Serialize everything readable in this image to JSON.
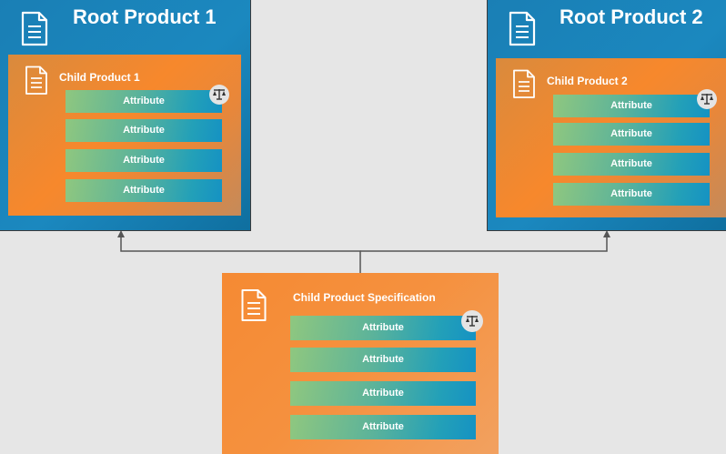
{
  "root1": {
    "title": "Root Product 1",
    "child": {
      "title": "Child Product 1",
      "attributes": [
        "Attribute",
        "Attribute",
        "Attribute",
        "Attribute"
      ]
    }
  },
  "root2": {
    "title": "Root Product 2",
    "child": {
      "title": "Child Product 2",
      "attributes": [
        "Attribute",
        "Attribute",
        "Attribute",
        "Attribute"
      ]
    }
  },
  "spec": {
    "title": "Child Product Specification",
    "attributes": [
      "Attribute",
      "Attribute",
      "Attribute",
      "Attribute"
    ]
  },
  "icons": {
    "document": "document-icon",
    "scale": "scale-icon"
  },
  "colors": {
    "root_blue": "#1a7fb5",
    "child_orange": "#f7882c",
    "attribute_teal": "#23a0b8",
    "connector": "#555555"
  }
}
